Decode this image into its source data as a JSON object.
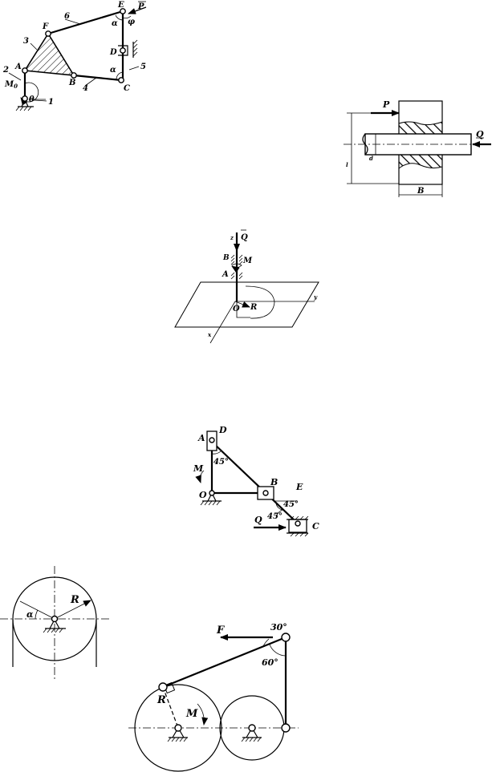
{
  "fig1": {
    "labels": {
      "E": "E",
      "P": "P",
      "F": "F",
      "n6": "6",
      "n3": "3",
      "alpha_top": "α",
      "phi": "φ",
      "D": "D",
      "A": "A",
      "n5": "5",
      "n2": "2",
      "alpha_mid": "α",
      "M0": "M",
      "M0_sub": "0",
      "B": "B",
      "C": "C",
      "n4": "4",
      "theta": "θ",
      "n1": "1"
    }
  },
  "fig2": {
    "labels": {
      "P": "P",
      "Q": "Q",
      "d": "d",
      "l": "l",
      "B": "B"
    }
  },
  "fig3": {
    "labels": {
      "z": "z",
      "Q": "Q",
      "B": "B",
      "M": "M",
      "A": "A",
      "y": "y",
      "O": "O",
      "R": "R",
      "x": "x"
    }
  },
  "fig4": {
    "labels": {
      "A": "A",
      "D": "D",
      "angle1": "45°",
      "M": "M",
      "B": "B",
      "E": "E",
      "O": "O",
      "angle2": "45°",
      "Q": "Q",
      "angle3": "45°",
      "C": "C"
    }
  },
  "fig5": {
    "labels": {
      "R": "R",
      "alpha": "α"
    }
  },
  "fig6": {
    "labels": {
      "F": "F",
      "angle30": "30°",
      "angle60": "60°",
      "R": "R",
      "M": "M"
    }
  }
}
